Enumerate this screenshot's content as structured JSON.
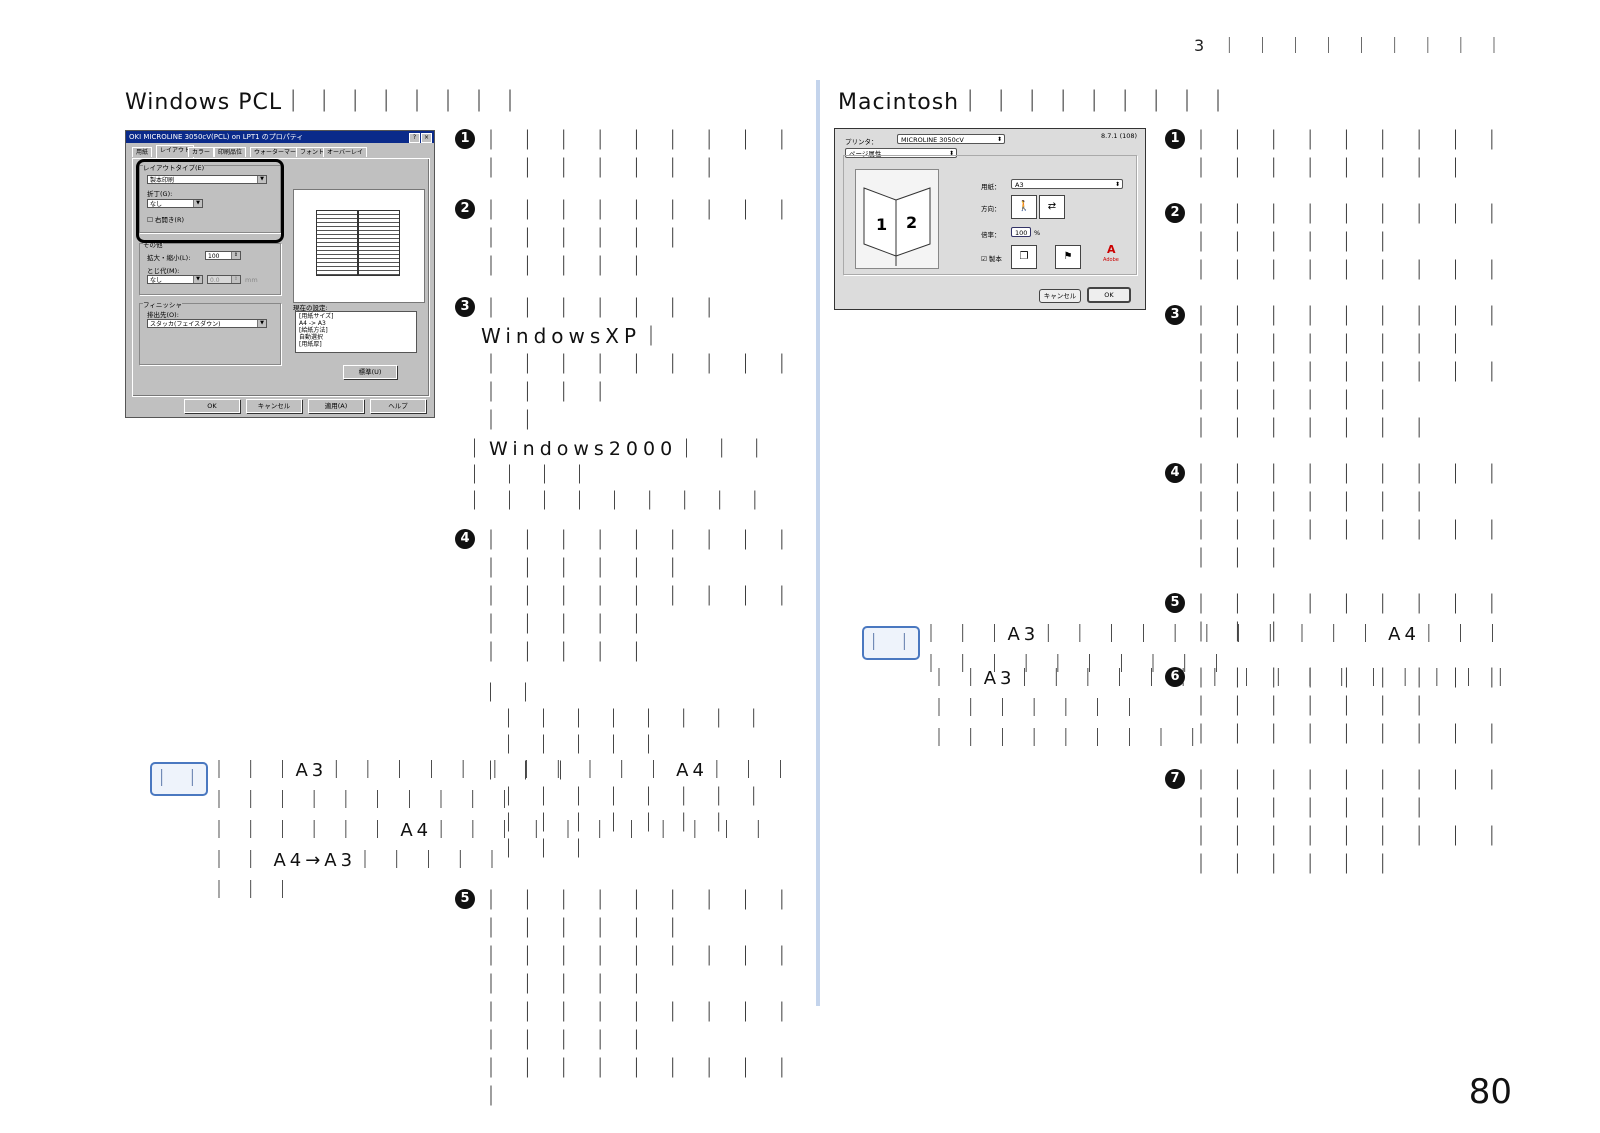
{
  "header": {
    "chapter": "3 ｜ ｜ ｜ ｜ ｜ ｜ ｜ ｜ ｜"
  },
  "page_number": "80",
  "left": {
    "title": "Windows PCL｜ ｜ ｜ ｜ ｜ ｜ ｜ ｜",
    "dialog": {
      "title": "OKI MICROLINE 3050cV(PCL) on LPT1 のプロパティ",
      "help_btn": "?",
      "close_btn": "×",
      "tabs": [
        "用紙",
        "レイアウト",
        "カラー",
        "印刷品位",
        "ウォーターマーク",
        "フォント",
        "オーバーレイ"
      ],
      "layout_type_label": "レイアウトタイプ(E)",
      "layout_type_value": "製本印刷",
      "fold_label": "折丁(G):",
      "fold_value": "なし",
      "right_open_label": "右開き(R)",
      "other_label": "その他",
      "zoom_label": "拡大・縮小(L):",
      "zoom_value": "100",
      "binding_label": "とじ代(M):",
      "binding_value": "なし",
      "binding_num": "0.0",
      "binding_unit": "mm",
      "finisher_label": "フィニッシャ",
      "output_label": "排出先(O):",
      "output_value": "スタッカ(フェイスダウン)",
      "current_label": "現在の設定:",
      "current_text": "[用紙サイズ]\n  A4 -> A3\n[給紙方法]\n  自動選択\n[用紙厚]",
      "default_btn": "標準(U)",
      "ok_btn": "OK",
      "cancel_btn": "キャンセル",
      "apply_btn": "適用(A)",
      "help_btn2": "ヘルプ"
    },
    "steps": [
      {
        "num": "1",
        "text": "｜ ｜ ｜ ｜ ｜ ｜ ｜ ｜ ｜ ｜ ｜ ｜ ｜ ｜ ｜ ｜"
      },
      {
        "num": "2",
        "text": "｜ ｜ ｜ ｜ ｜ ｜ ｜ ｜ ｜ ｜ ｜ ｜ ｜ ｜ ｜\n｜ ｜ ｜ ｜ ｜"
      },
      {
        "num": "3",
        "text": "｜ ｜ ｜ ｜ ｜ ｜ ｜ WindowsXP｜\n｜ ｜ ｜ ｜ ｜ ｜ ｜ ｜ ｜ ｜ ｜ ｜ ｜\n｜ ｜"
      }
    ],
    "step3_extra": "｜Windows2000｜ ｜ ｜ ｜ ｜ ｜ ｜\n｜ ｜ ｜ ｜ ｜ ｜ ｜ ｜ ｜",
    "step4": {
      "num": "4",
      "text": "｜ ｜ ｜ ｜ ｜ ｜ ｜ ｜ ｜ ｜ ｜ ｜ ｜ ｜ ｜\n｜ ｜ ｜ ｜ ｜ ｜ ｜ ｜ ｜ ｜ ｜ ｜ ｜ ｜\n｜ ｜ ｜ ｜ ｜"
    },
    "step4_sub1_head": "｜ ｜",
    "step4_sub1_body": "｜ ｜ ｜ ｜ ｜ ｜ ｜ ｜ ｜ ｜ ｜ ｜ ｜",
    "step4_sub2_head": "｜ ｜ ｜",
    "step4_sub2_body": "｜ ｜ ｜ ｜ ｜ ｜ ｜ ｜ ｜ ｜ ｜ ｜ ｜ ｜ ｜\n｜ ｜ ｜",
    "step5": {
      "num": "5",
      "text": "｜ ｜ ｜ ｜ ｜ ｜ ｜ ｜ ｜ ｜ ｜ ｜ ｜ ｜ ｜\n｜ ｜ ｜ ｜ ｜ ｜ ｜ ｜ ｜ ｜ ｜ ｜ ｜ ｜\n｜ ｜ ｜ ｜ ｜ ｜ ｜ ｜ ｜ ｜ ｜ ｜ ｜ ｜\n｜ ｜ ｜ ｜ ｜ ｜ ｜ ｜ ｜ ｜"
    },
    "note_badge": "｜ ｜",
    "note_text": "｜ ｜ ｜A3｜ ｜ ｜ ｜ ｜ ｜ ｜ ｜ ｜ ｜ ｜ A4｜ ｜ ｜ ｜ ｜ ｜ ｜ ｜ ｜ ｜ ｜ ｜ ｜\n｜ ｜ ｜ ｜ ｜ ｜ A4｜ ｜ ｜ ｜ ｜ ｜ ｜ ｜ ｜ ｜ ｜ ｜ ｜ A4→A3｜ ｜ ｜ ｜ ｜\n ｜ ｜ ｜"
  },
  "right": {
    "title": "Macintosh｜ ｜ ｜ ｜ ｜ ｜ ｜ ｜ ｜",
    "dialog": {
      "printer_label": "プリンタ：",
      "printer_value": "MICROLINE 3050cV",
      "version": "8.7.1 (108)",
      "attr_value": "ページ属性",
      "paper_label": "用紙：",
      "paper_value": "A3",
      "orientation_label": "方向：",
      "scale_label": "倍率：",
      "scale_value": "100",
      "scale_unit": "%",
      "binding_label": "製本",
      "adobe_label": "Adobe",
      "cancel_btn": "キャンセル",
      "ok_btn": "OK"
    },
    "steps": [
      {
        "num": "1",
        "text": "｜ ｜ ｜ ｜ ｜ ｜ ｜ ｜ ｜ ｜ ｜ ｜ ｜ ｜ ｜ ｜ ｜"
      },
      {
        "num": "2",
        "text": "｜ ｜ ｜ ｜ ｜ ｜ ｜ ｜ ｜ ｜ ｜ ｜ ｜ ｜ ｜\n｜ ｜ ｜ ｜ ｜ ｜ ｜ ｜ ｜"
      },
      {
        "num": "3",
        "text": "｜ ｜ ｜ ｜ ｜ ｜ ｜ ｜ ｜ ｜ ｜ ｜ ｜ ｜ ｜ ｜ ｜\n｜ ｜ ｜ ｜ ｜ ｜ ｜ ｜ ｜ ｜ ｜ ｜ ｜ ｜ ｜\n｜ ｜ ｜ ｜ ｜ ｜ ｜"
      },
      {
        "num": "4",
        "text": "｜ ｜ ｜ ｜ ｜ ｜ ｜ ｜ ｜ ｜ ｜ ｜ ｜ ｜ ｜ ｜\n｜ ｜ ｜ ｜ ｜ ｜ ｜ ｜ ｜ ｜ ｜ ｜"
      },
      {
        "num": "5",
        "text": "｜ ｜ ｜ ｜ ｜ ｜ ｜ ｜ ｜ ｜ ｜ ｜"
      },
      {
        "num": "6",
        "text": "｜ ｜ ｜ ｜ ｜ ｜ ｜ ｜ ｜ ｜ ｜ ｜ ｜ ｜ ｜ ｜\n｜ ｜ ｜ ｜ ｜ ｜ ｜ ｜ ｜"
      },
      {
        "num": "7",
        "text": "｜ ｜ ｜ ｜ ｜ ｜ ｜ ｜ ｜ ｜ ｜ ｜ ｜ ｜ ｜ ｜\n｜ ｜ ｜ ｜ ｜ ｜ ｜ ｜ ｜ ｜ ｜ ｜ ｜ ｜ ｜"
      }
    ],
    "note_badge": "｜ ｜",
    "note_text": "｜ ｜ ｜A3｜ ｜ ｜ ｜ ｜ ｜ ｜ ｜ ｜ ｜ ｜ A4｜ ｜ ｜ ｜ ｜ ｜ ｜ ｜ ｜ ｜ ｜ ｜ ｜",
    "note_text2": "｜ ｜A3｜ ｜ ｜ ｜ ｜ ｜ ｜ ｜ ｜ ｜ ｜ ｜ ｜ ｜ ｜ ｜ ｜ ｜ ｜ ｜ ｜ ｜ ｜\n｜ ｜ ｜ ｜ ｜ ｜ ｜ ｜ ｜"
  }
}
